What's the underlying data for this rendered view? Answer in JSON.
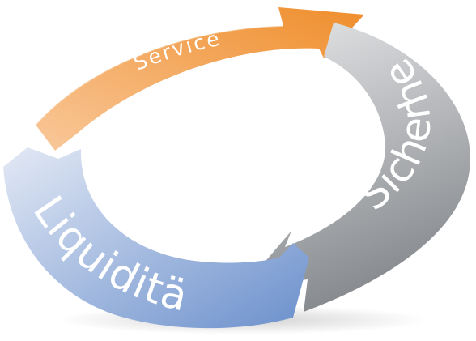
{
  "cycle": {
    "segments": [
      {
        "key": "service",
        "label": "Service",
        "color_light": "#f9c89a",
        "color_dark": "#ef8e2c"
      },
      {
        "key": "sicherheit",
        "label": "Sicherheit",
        "color_light": "#dedfe1",
        "color_dark": "#7f8387"
      },
      {
        "key": "liquiditaet",
        "label": "Liquidität",
        "color_light": "#e3e9f5",
        "color_dark": "#6b90cc"
      }
    ]
  }
}
